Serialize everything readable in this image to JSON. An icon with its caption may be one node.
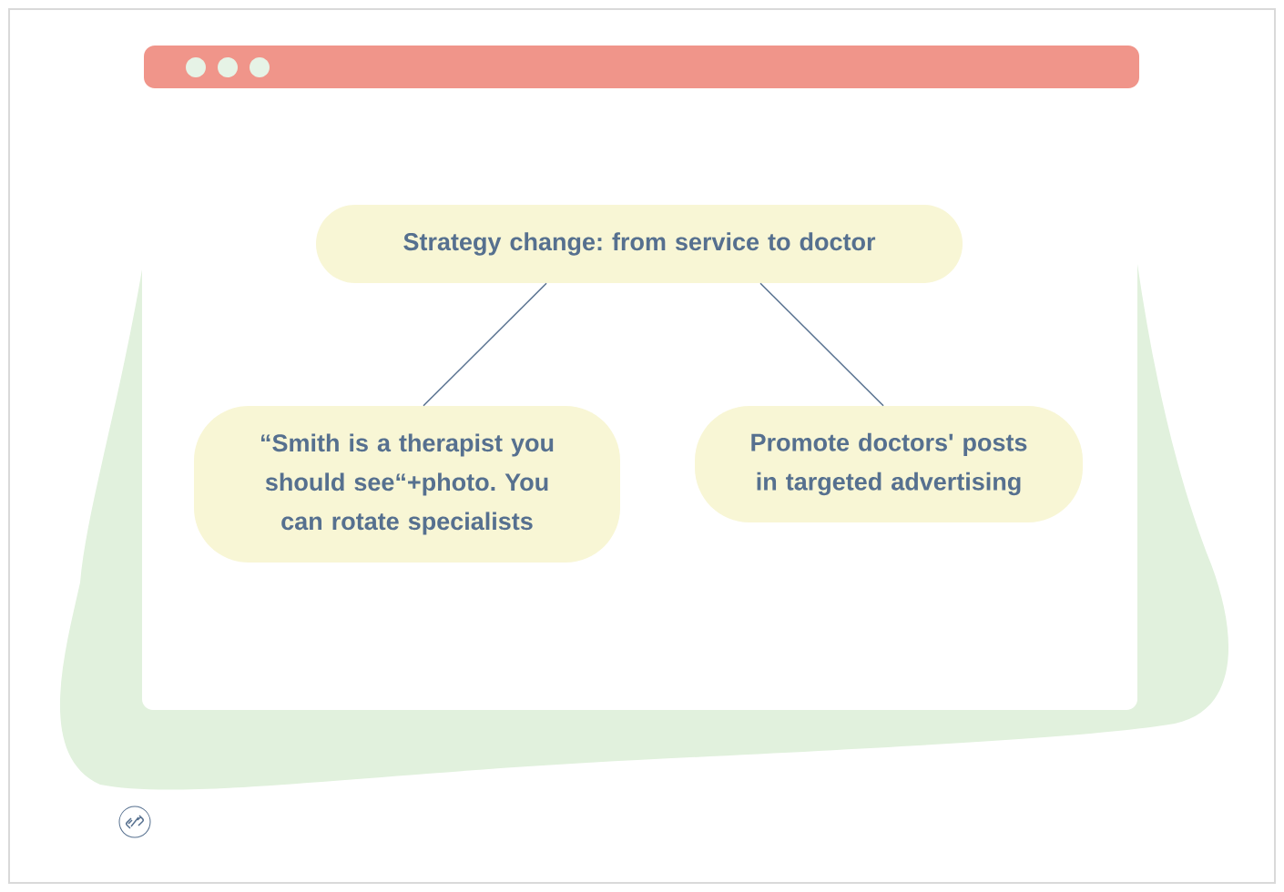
{
  "diagram": {
    "nodes": [
      {
        "text": [
          "Strategy change: from service to doctor"
        ]
      },
      {
        "text": [
          "“Smith is a therapist you should see“+photo. You can rotate specialists"
        ]
      },
      {
        "text": [
          "Promote doctors' posts in targeted advertising"
        ]
      }
    ],
    "edges": [
      {
        "from": 0,
        "to": 1,
        "arrow": "none"
      },
      {
        "from": 0,
        "to": 2,
        "arrow": "none"
      }
    ]
  }
}
